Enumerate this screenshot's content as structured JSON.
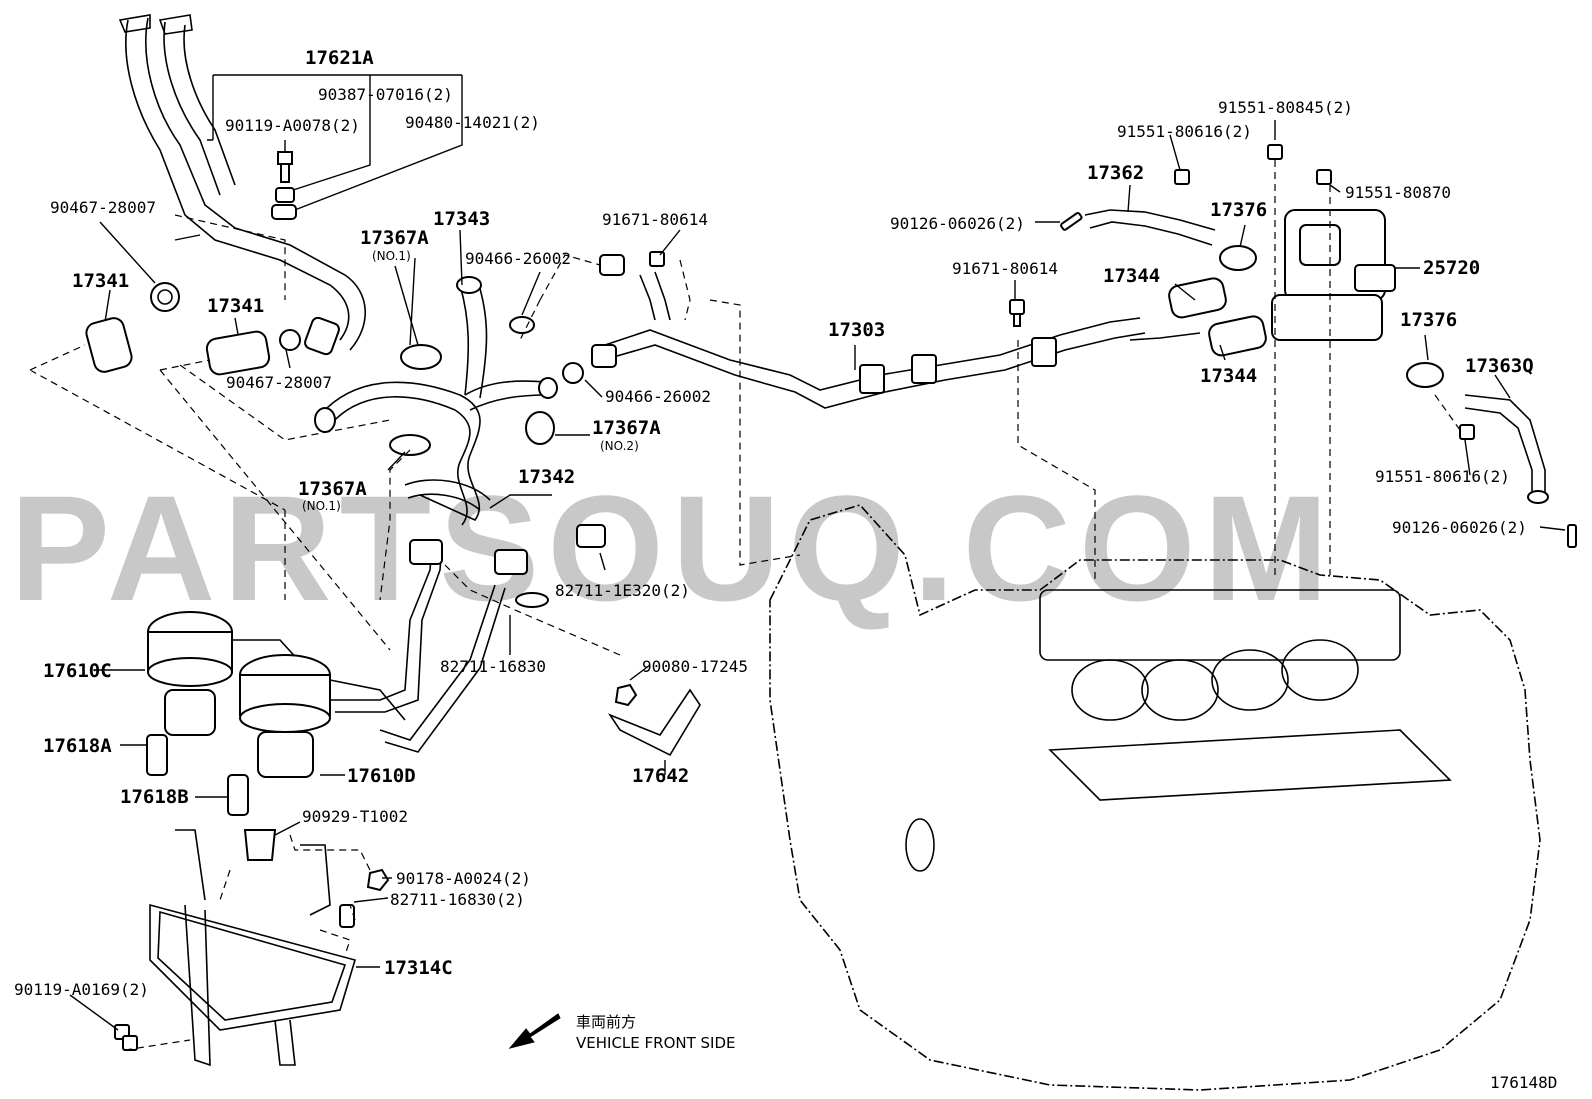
{
  "watermark": "PARTSOUQ.COM",
  "labels": {
    "p17621A": "17621A",
    "p90387": "90387-07016(2)",
    "p90119_0078": "90119-A0078(2)",
    "p90480": "90480-14021(2)",
    "p90467_a": "90467-28007",
    "p17341_a": "17341",
    "p17341_b": "17341",
    "p90467_b": "90467-28007",
    "p17367A_1": "17367A",
    "p17367A_1_sub": "(NO.1)",
    "p17343": "17343",
    "p90466_a": "90466-26002",
    "p91671_a": "91671-80614",
    "p90466_b": "90466-26002",
    "p17367A_2": "17367A",
    "p17367A_2_sub": "(NO.2)",
    "p17367A_3": "17367A",
    "p17367A_3_sub": "(NO.1)",
    "p17342": "17342",
    "p82711_1E320": "82711-1E320(2)",
    "p82711_16830": "82711-16830",
    "p90080": "90080-17245",
    "p17642": "17642",
    "p17610C": "17610C",
    "p17618A": "17618A",
    "p17610D": "17610D",
    "p17618B": "17618B",
    "p90929": "90929-T1002",
    "p90178": "90178-A0024(2)",
    "p82711_16830_2": "82711-16830(2)",
    "p17314C": "17314C",
    "p90119_0169": "90119-A0169(2)",
    "p17303": "17303",
    "p91671_b": "91671-80614",
    "p17344_a": "17344",
    "p17344_b": "17344",
    "p90126_a": "90126-06026(2)",
    "p17362": "17362",
    "p17376_a": "17376",
    "p91551_80616_a": "91551-80616(2)",
    "p91551_80845": "91551-80845(2)",
    "p91551_80870": "91551-80870",
    "p25720": "25720",
    "p17376_b": "17376",
    "p17363Q": "17363Q",
    "p91551_80616_b": "91551-80616(2)",
    "p90126_b": "90126-06026(2)"
  },
  "front_side": {
    "jp": "車両前方",
    "en": "VEHICLE FRONT SIDE"
  },
  "diagram_id": "176148D"
}
